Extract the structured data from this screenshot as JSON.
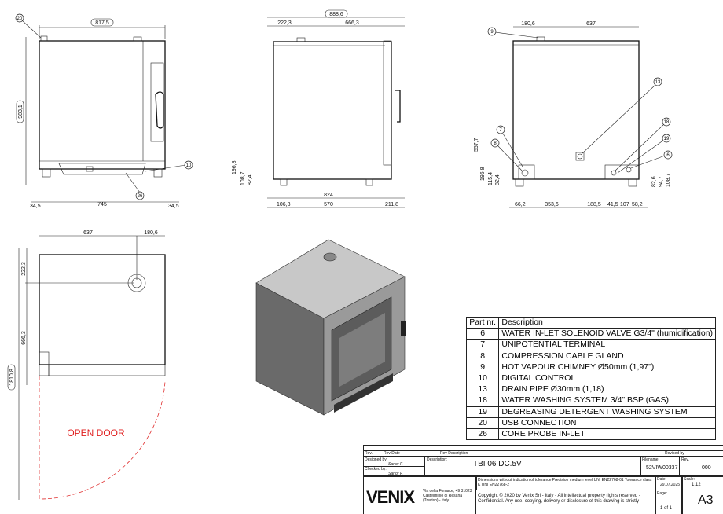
{
  "front_view": {
    "dims": {
      "width": "817,5",
      "height": "983,1",
      "left_offset": "34,5",
      "feet_span": "745",
      "right_offset": "34,5"
    },
    "callouts": [
      "20",
      "10",
      "26"
    ]
  },
  "side_view": {
    "dims": {
      "total": "888,6",
      "chimney_pos": "222,3",
      "rest": "666,3",
      "h1": "196,8",
      "h2": "108,7",
      "h3": "82,4",
      "feet": "824",
      "back": "106,8",
      "mid": "570",
      "front": "211,8"
    }
  },
  "rear_view": {
    "dims": {
      "chimney": "180,6",
      "width": "637",
      "h_drain": "557,7",
      "h1": "196,8",
      "h2": "115,4",
      "h3": "82,4",
      "r1": "82,6",
      "r2": "94,7",
      "r3": "108,7",
      "b1": "66,2",
      "b2": "353,6",
      "b3": "188,5",
      "b4": "41,5",
      "b5": "107",
      "b6": "58,2"
    },
    "callouts": [
      "9",
      "13",
      "7",
      "8",
      "18",
      "19",
      "6"
    ]
  },
  "top_view": {
    "dims": {
      "width": "637",
      "chimney": "180,6",
      "front": "222,3",
      "depth": "666,3",
      "total": "1810,8"
    },
    "open_door_label": "OPEN DOOR"
  },
  "parts_table": {
    "headers": [
      "Part nr.",
      "Description"
    ],
    "rows": [
      {
        "nr": "6",
        "desc": "WATER IN-LET SOLENOID VALVE G3/4\" (humidification)"
      },
      {
        "nr": "7",
        "desc": "UNIPOTENTIAL TERMINAL"
      },
      {
        "nr": "8",
        "desc": "COMPRESSION CABLE GLAND"
      },
      {
        "nr": "9",
        "desc": "HOT VAPOUR CHIMNEY Ø50mm (1,97\")"
      },
      {
        "nr": "10",
        "desc": "DIGITAL CONTROL"
      },
      {
        "nr": "13",
        "desc": "DRAIN PIPE Ø30mm (1,18)"
      },
      {
        "nr": "18",
        "desc": "WATER WASHING SYSTEM 3/4\" BSP (GAS)"
      },
      {
        "nr": "19",
        "desc": "DEGREASING DETERGENT WASHING SYSTEM"
      },
      {
        "nr": "20",
        "desc": "USB CONNECTION"
      },
      {
        "nr": "26",
        "desc": "CORE PROBE IN-LET"
      }
    ]
  },
  "title_block": {
    "rev_label": "Rev.",
    "rev_date_label": "Rev Date",
    "rev_desc_label": "Rev Description",
    "revised_by_label": "Revised by",
    "designed_by_label": "Designed by:",
    "designed_by": "Sartor F.",
    "checked_by_label": "Checked by:",
    "checked_by": "Sartor F.",
    "description_label": "Description:",
    "description": "TBI 06 DC.5V",
    "filename_label": "Filename:",
    "filename": "52VIW00337",
    "rev_no_label": "Rev.",
    "rev_no": "000",
    "logo": "VENIX",
    "address": "Via della Fornace, 49 31023 Castelminio di Resana (Treviso) - Italy",
    "tolerance": "Dimensions without indication of tolerance Precision medium level UNI EN22768-01 Tolerance class K UNI EN22768-2",
    "copyright": "Copyright © 2020 by Venix Srl - Italy - All intellectual property rights reserved - Confidential. Any use, copying, delivery or disclosure of this drawing is strictly",
    "date_label": "Date:",
    "date": "29.07.2025",
    "scale_label": "Scale:",
    "scale": "1:12",
    "page_label": "Page:",
    "page": "1 of 1",
    "format": "A3"
  }
}
